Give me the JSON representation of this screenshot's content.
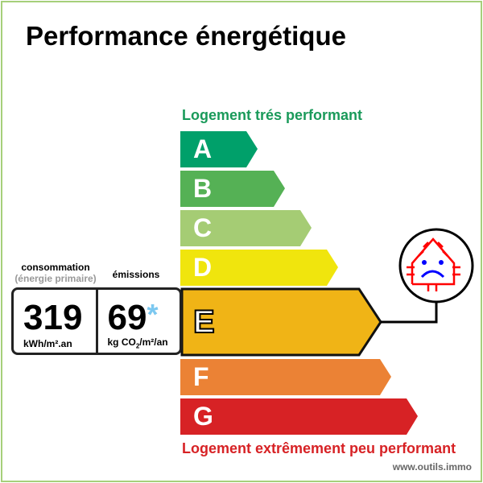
{
  "title": "Performance énergétique",
  "top_label": "Logement trés performant",
  "bottom_label": "Logement extrêmement peu performant",
  "website": "www.outils.immo",
  "consumption": {
    "label": "consommation",
    "sublabel": "(énergie primaire)",
    "value": "319",
    "unit": "kWh/m².an"
  },
  "emissions": {
    "label": "émissions",
    "value": "69",
    "asterisk": "*",
    "unit_pre": "kg CO",
    "unit_sub": "2",
    "unit_post": "/m²/an"
  },
  "classes": [
    {
      "letter": "A",
      "color": "#00a06a"
    },
    {
      "letter": "B",
      "color": "#55b155"
    },
    {
      "letter": "C",
      "color": "#a5cc74"
    },
    {
      "letter": "D",
      "color": "#f0e50d"
    },
    {
      "letter": "E",
      "color": "#f0b416"
    },
    {
      "letter": "F",
      "color": "#eb8235"
    },
    {
      "letter": "G",
      "color": "#d72225"
    }
  ],
  "current_class": "E",
  "border_color": "#a6cf7a",
  "house_icon": "sad-house-heat-loss-icon"
}
